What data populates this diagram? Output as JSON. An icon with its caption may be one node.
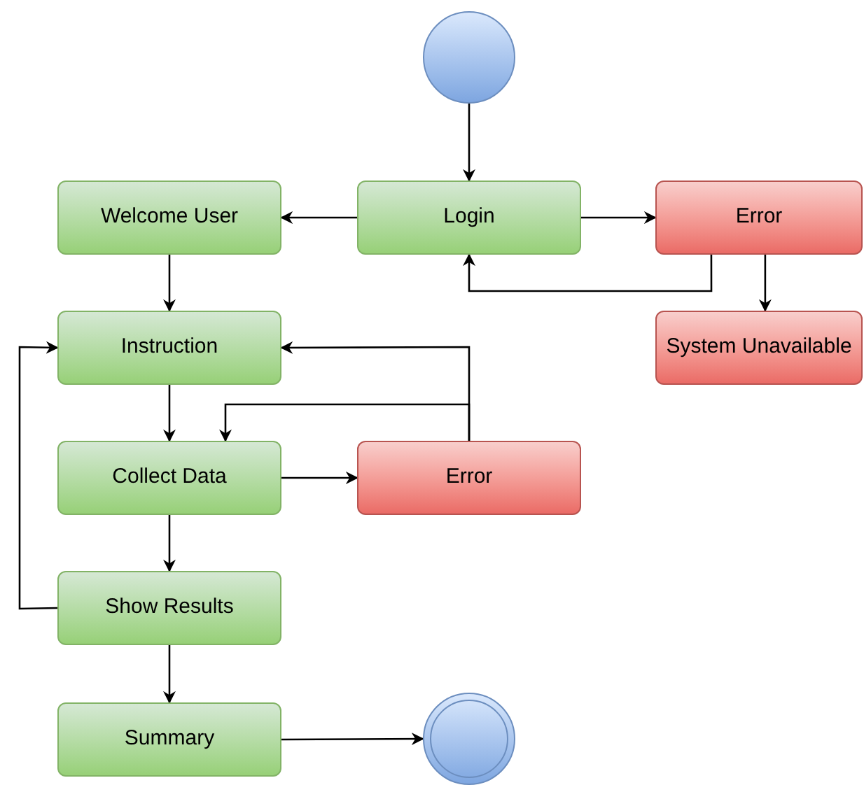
{
  "diagram": {
    "nodes": [
      {
        "text": [],
        "shape": "circle"
      },
      {
        "text": [
          "Login"
        ]
      },
      {
        "text": [
          "Welcome User"
        ]
      },
      {
        "text": [
          "Error"
        ]
      },
      {
        "text": [
          "Instruction"
        ]
      },
      {
        "text": [
          "System Unavailable"
        ]
      },
      {
        "text": [
          "Collect Data"
        ]
      },
      {
        "text": [
          "Error"
        ]
      },
      {
        "text": [
          "Show Results"
        ]
      },
      {
        "text": [
          "Summary"
        ]
      },
      {
        "text": [],
        "shape": "circle"
      }
    ],
    "edges": [
      {
        "from": 0,
        "to": 1,
        "arrow": "to"
      },
      {
        "from": 1,
        "to": 2,
        "arrow": "to"
      },
      {
        "from": 1,
        "to": 3,
        "arrow": "to"
      },
      {
        "from": 3,
        "to": 1,
        "arrow": "to"
      },
      {
        "from": 3,
        "to": 5,
        "arrow": "to"
      },
      {
        "from": 2,
        "to": 4,
        "arrow": "to"
      },
      {
        "from": 4,
        "to": 6,
        "arrow": "to"
      },
      {
        "from": 6,
        "to": 7,
        "arrow": "to"
      },
      {
        "from": 7,
        "to": 4,
        "arrow": "to"
      },
      {
        "from": 7,
        "to": 6,
        "arrow": "to"
      },
      {
        "from": 8,
        "to": 4,
        "arrow": "to"
      },
      {
        "from": 6,
        "to": 8,
        "arrow": "to"
      },
      {
        "from": 8,
        "to": 9,
        "arrow": "to"
      },
      {
        "from": 9,
        "to": 10,
        "arrow": "to"
      }
    ]
  }
}
